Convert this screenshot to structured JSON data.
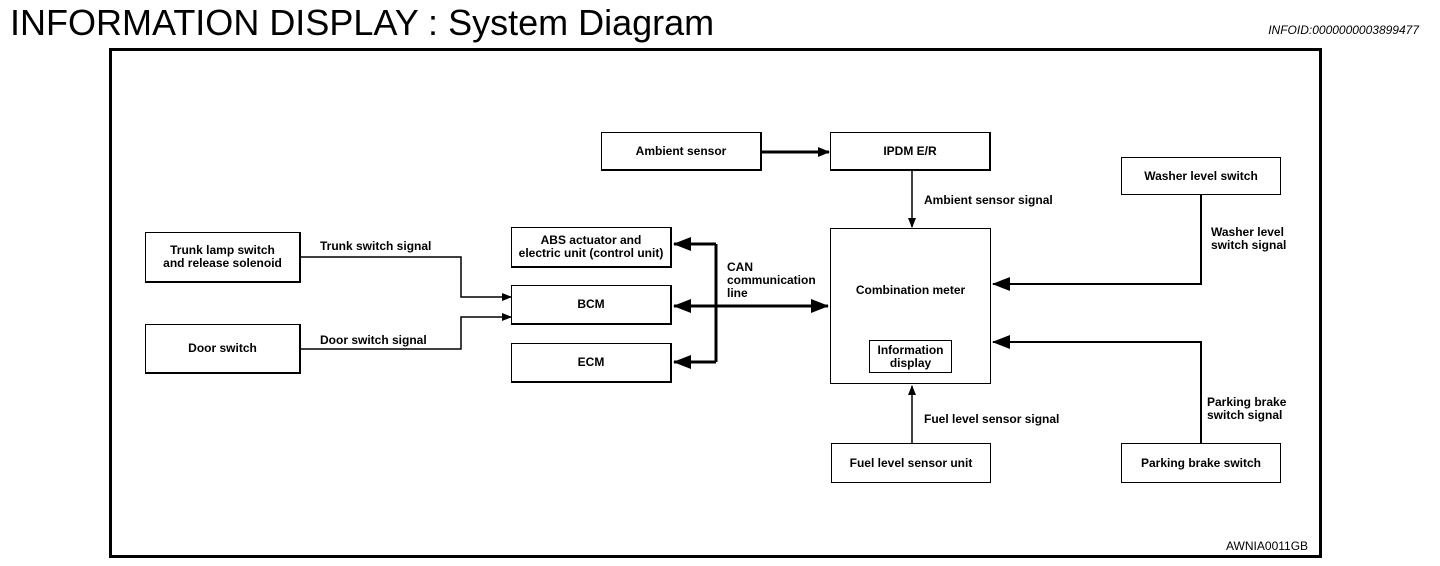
{
  "header": {
    "title": "INFORMATION DISPLAY : System Diagram",
    "info_id": "INFOID:0000000003899477"
  },
  "diagram": {
    "blocks": {
      "ambient_sensor": "Ambient sensor",
      "ipdm": "IPDM E/R",
      "washer_level_switch": "Washer level switch",
      "trunk_lamp_switch": "Trunk lamp switch\nand release solenoid",
      "door_switch": "Door switch",
      "abs": "ABS actuator and\nelectric unit (control unit)",
      "bcm": "BCM",
      "ecm": "ECM",
      "combination_meter": "Combination meter",
      "information_display": "Information\ndisplay",
      "fuel_level_sensor_unit": "Fuel level sensor unit",
      "parking_brake_switch": "Parking brake switch"
    },
    "signals": {
      "ambient_sensor_signal": "Ambient sensor signal",
      "washer_level_switch_signal": "Washer level\nswitch signal",
      "trunk_switch_signal": "Trunk switch signal",
      "door_switch_signal": "Door switch signal",
      "can_line": "CAN\ncommunication\nline",
      "fuel_level_sensor_signal": "Fuel level sensor signal",
      "parking_brake_switch_signal": "Parking brake\nswitch signal"
    },
    "figure_id": "AWNIA0011GB"
  }
}
